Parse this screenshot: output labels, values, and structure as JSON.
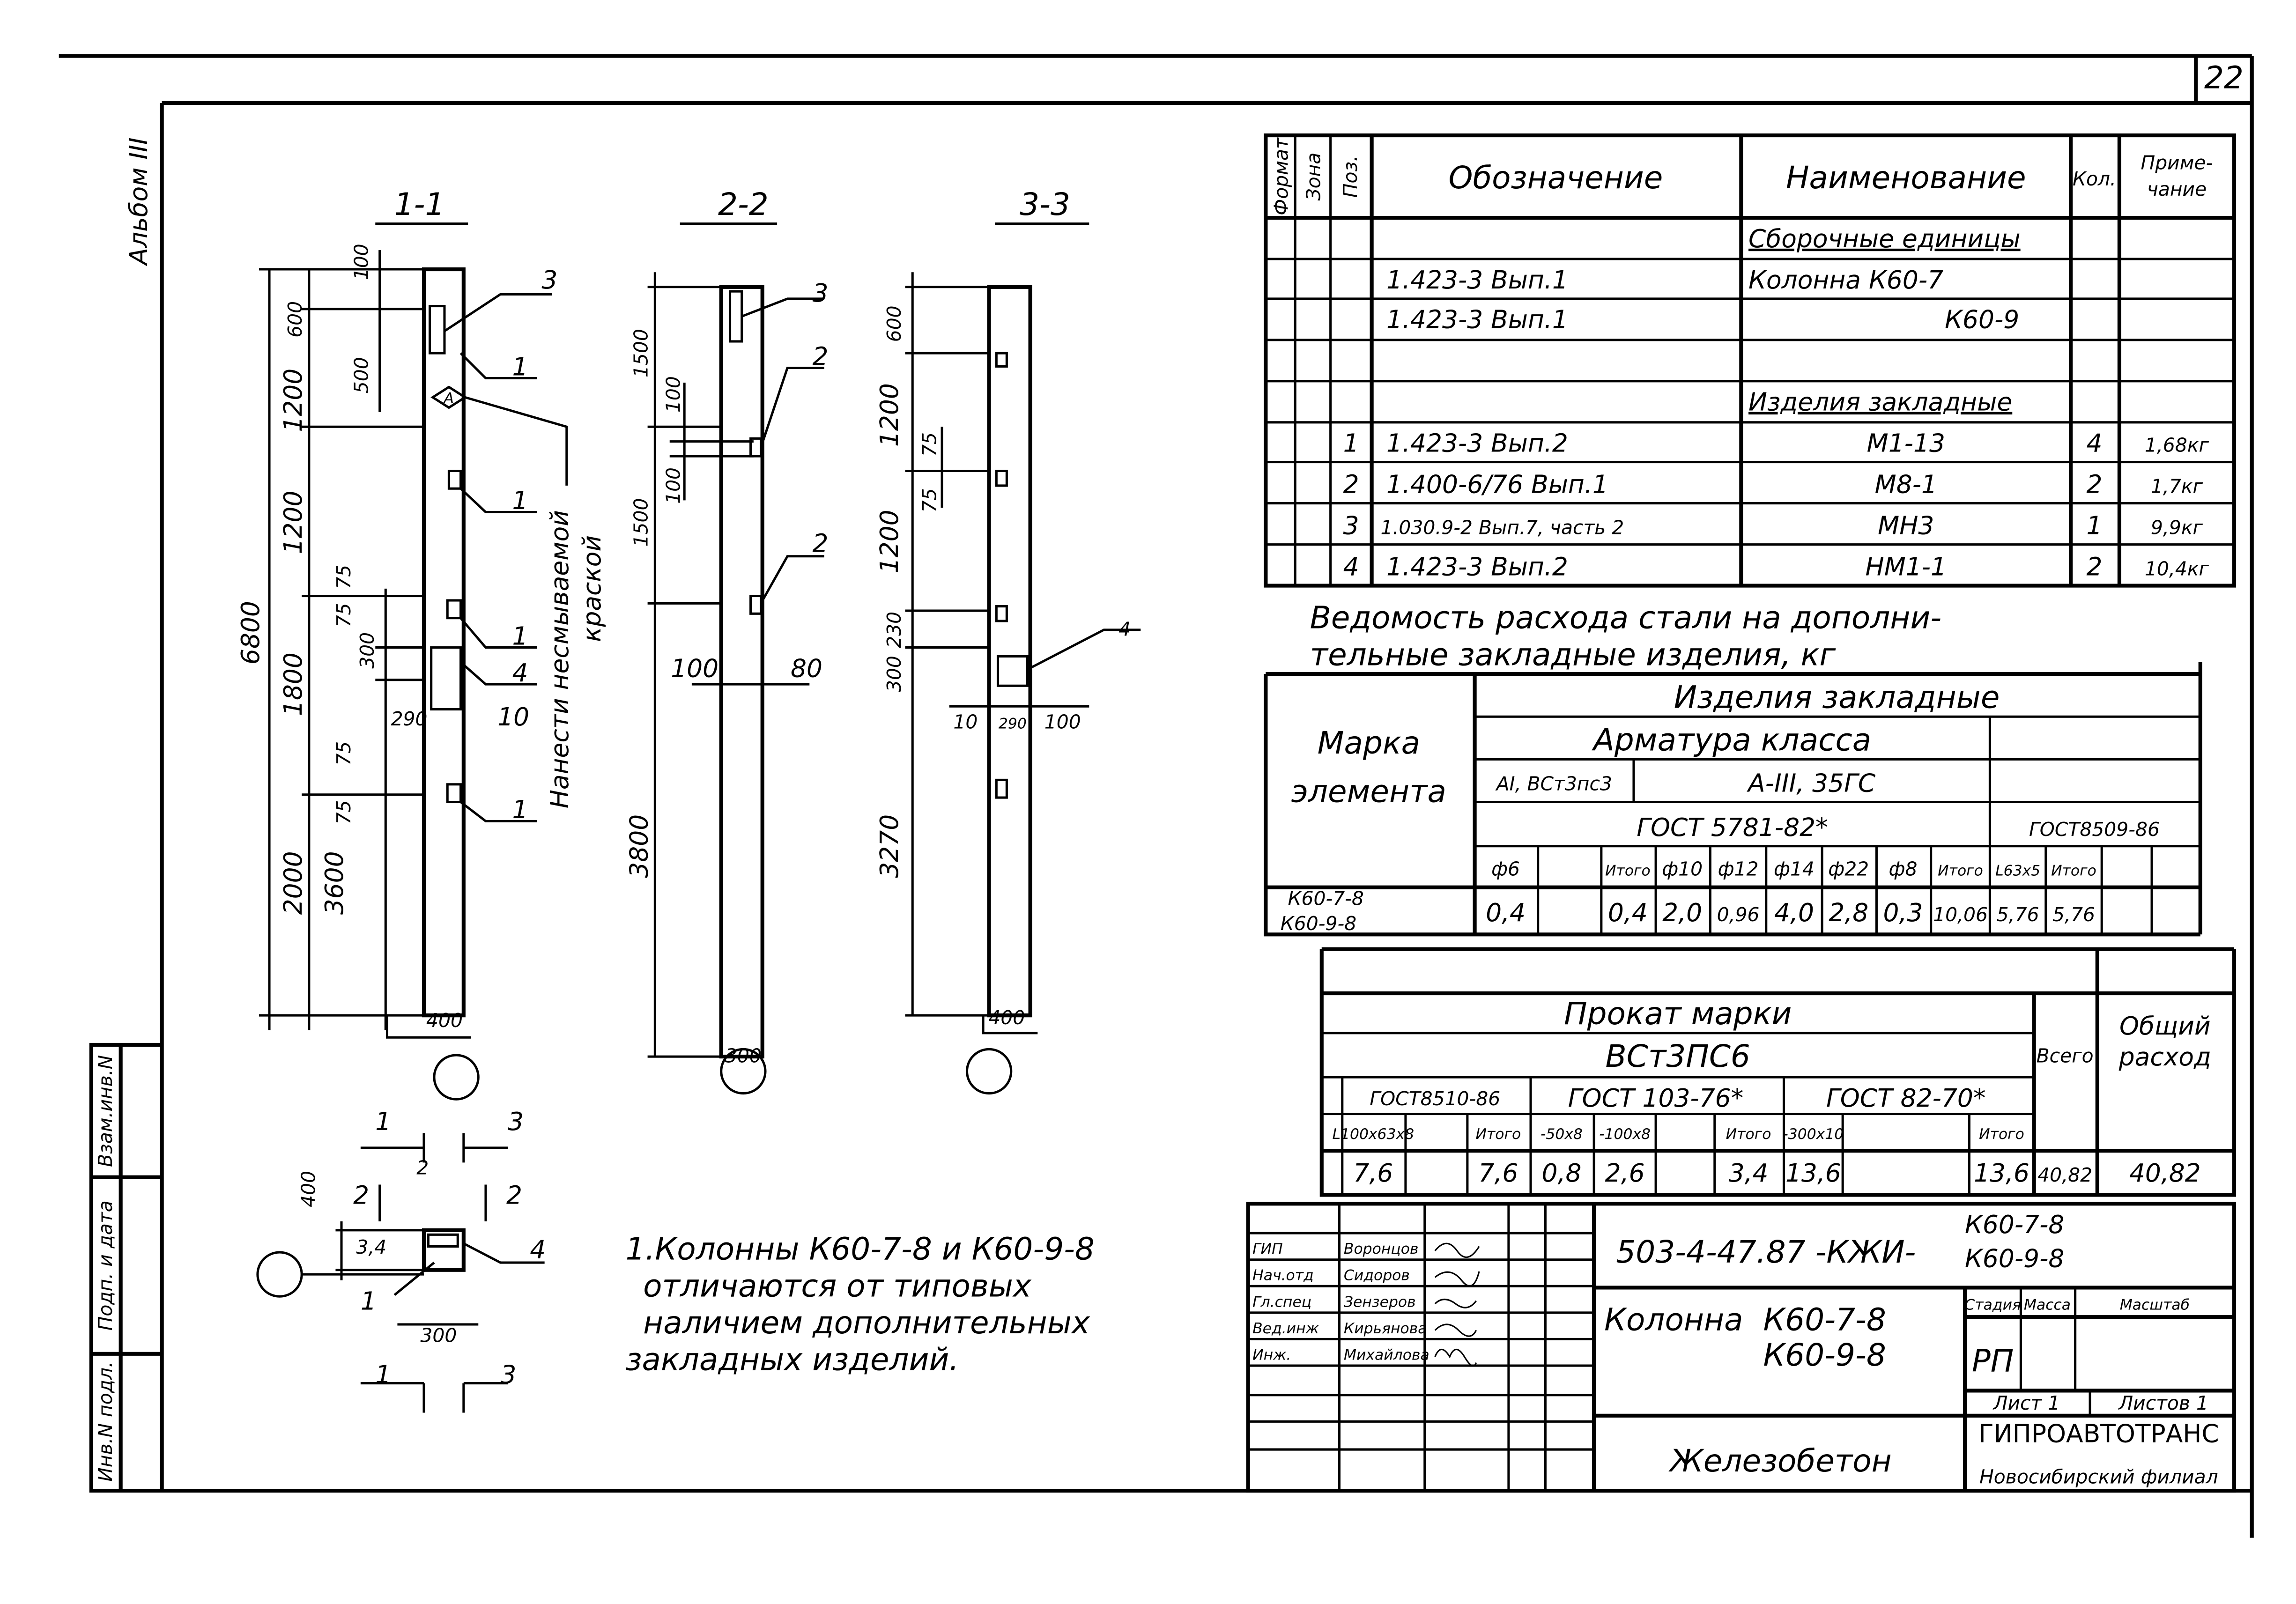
{
  "page_number": "22",
  "album": "Альбом III",
  "side_stamp": [
    "Взам.инв.N",
    "Подп. и дата",
    "Инв.N подл."
  ],
  "section_1_1": {
    "title": "1-1",
    "dims": [
      "6800",
      "600",
      "1200",
      "1200",
      "1800",
      "2000",
      "3600",
      "100",
      "500",
      "75",
      "75",
      "300",
      "290",
      "75",
      "75",
      "400",
      "10"
    ],
    "leaders": [
      "3",
      "1",
      "1",
      "1",
      "4",
      "1"
    ],
    "mark": "A",
    "note": [
      "Нанести несмываемой",
      "краской"
    ]
  },
  "section_2_2": {
    "title": "2-2",
    "dims": [
      "1500",
      "100",
      "100",
      "1500",
      "3800",
      "100",
      "80",
      "300"
    ],
    "leaders": [
      "3",
      "2",
      "2"
    ]
  },
  "section_3_3": {
    "title": "3-3",
    "dims": [
      "600",
      "1200",
      "1200",
      "300",
      "230",
      "3270",
      "75",
      "75",
      "10",
      "290",
      "100",
      "400"
    ],
    "leaders": [
      "4"
    ]
  },
  "plan": {
    "labels": [
      "1",
      "3",
      "2",
      "400",
      "2",
      "2",
      "3,4",
      "4",
      "1",
      "300",
      "1",
      "3"
    ]
  },
  "note": [
    "1.Колонны К60-7-8 и К60-9-8",
    "отличаются от типовых",
    "наличием дополнительных",
    "закладных изделий."
  ],
  "spec": {
    "headers": [
      "Формат",
      "Зона",
      "Поз.",
      "Обозначение",
      "Наименование",
      "Кол.",
      "Приме-",
      "чание"
    ],
    "rows": [
      {
        "pos": "",
        "des": "",
        "name": "Сборочные единицы",
        "qty": "",
        "note": ""
      },
      {
        "pos": "",
        "des": "1.423-3   Вып.1",
        "name": "Колонна  К60-7",
        "qty": "",
        "note": ""
      },
      {
        "pos": "",
        "des": "1.423-3   Вып.1",
        "name": "К60-9",
        "qty": "",
        "note": ""
      },
      {
        "pos": "",
        "des": "",
        "name": "",
        "qty": "",
        "note": ""
      },
      {
        "pos": "",
        "des": "",
        "name": "Изделия закладные",
        "qty": "",
        "note": ""
      },
      {
        "pos": "1",
        "des": "1.423-3   Вып.2",
        "name": "М1-13",
        "qty": "4",
        "note": "1,68кг"
      },
      {
        "pos": "2",
        "des": "1.400-6/76  Вып.1",
        "name": "М8-1",
        "qty": "2",
        "note": "1,7кг"
      },
      {
        "pos": "3",
        "des": "1.030.9-2 Вып.7, часть 2",
        "name": "МН3",
        "qty": "1",
        "note": "9,9кг"
      },
      {
        "pos": "4",
        "des": "1.423-3   Вып.2",
        "name": "НМ1-1",
        "qty": "2",
        "note": "10,4кг"
      }
    ]
  },
  "steel_title": [
    "Ведомость расхода стали на дополни-",
    "тельные закладные изделия, кг"
  ],
  "steel": {
    "mark_header": [
      "Марка",
      "элемента"
    ],
    "group": "Изделия закладные",
    "rebar": "Арматура класса",
    "class_a1": "АI, ВСт3пс3",
    "class_a3": "А-III, 35ГС",
    "gost_rebar": "ГОСТ 5781-82*",
    "gost_angle": "ГОСТ8509-86",
    "cols": [
      "ф6",
      "",
      "Итого",
      "ф10",
      "ф12",
      "ф14",
      "ф22",
      "ф8",
      "Итого",
      "L63x5",
      "Итого",
      "",
      ""
    ],
    "row_marks": [
      "К60-7-8",
      "К60-9-8"
    ],
    "values": [
      "0,4",
      "",
      "0,4",
      "2,0",
      "0,96",
      "4,0",
      "2,8",
      "0,3",
      "10,06",
      "5,76",
      "5,76",
      "",
      ""
    ]
  },
  "rolled": {
    "title": "Прокат марки",
    "grade": "ВСт3ПС6",
    "total": "Всего",
    "overall": [
      "Общий",
      "расход"
    ],
    "gosts": [
      "ГОСТ8510-86",
      "ГОСТ 103-76*",
      "ГОСТ 82-70*"
    ],
    "cols": [
      "L100x63x8",
      "",
      "Итого",
      "-50x8",
      "-100x8",
      "",
      "Итого",
      "-300x10",
      "",
      "",
      "Итого"
    ],
    "values": [
      "7,6",
      "",
      "7,6",
      "0,8",
      "2,6",
      "",
      "3,4",
      "13,6",
      "",
      "",
      "13,6"
    ],
    "total_value": "40,82",
    "overall_value": "40,82"
  },
  "title_block": {
    "roles": [
      "ГИП",
      "Нач.отд",
      "Гл.спец",
      "Вед.инж",
      "Инж."
    ],
    "names": [
      "Воронцов",
      "Сидоров",
      "Зензеров",
      "Кирьянова",
      "Михайлова"
    ],
    "code": "503-4-47.87 -КЖИ-",
    "code_marks": [
      "К60-7-8",
      "К60-9-8"
    ],
    "item": "Колонна",
    "item_marks": [
      "К60-7-8",
      "К60-9-8"
    ],
    "stage_h": "Стадия",
    "mass_h": "Масса",
    "scale_h": "Масштаб",
    "stage": "РП",
    "sheet": "Лист 1",
    "sheets": "Листов 1",
    "material": "Железобетон",
    "org": "ГИПРОАВТОТРАНС",
    "branch": "Новосибирский филиал"
  }
}
